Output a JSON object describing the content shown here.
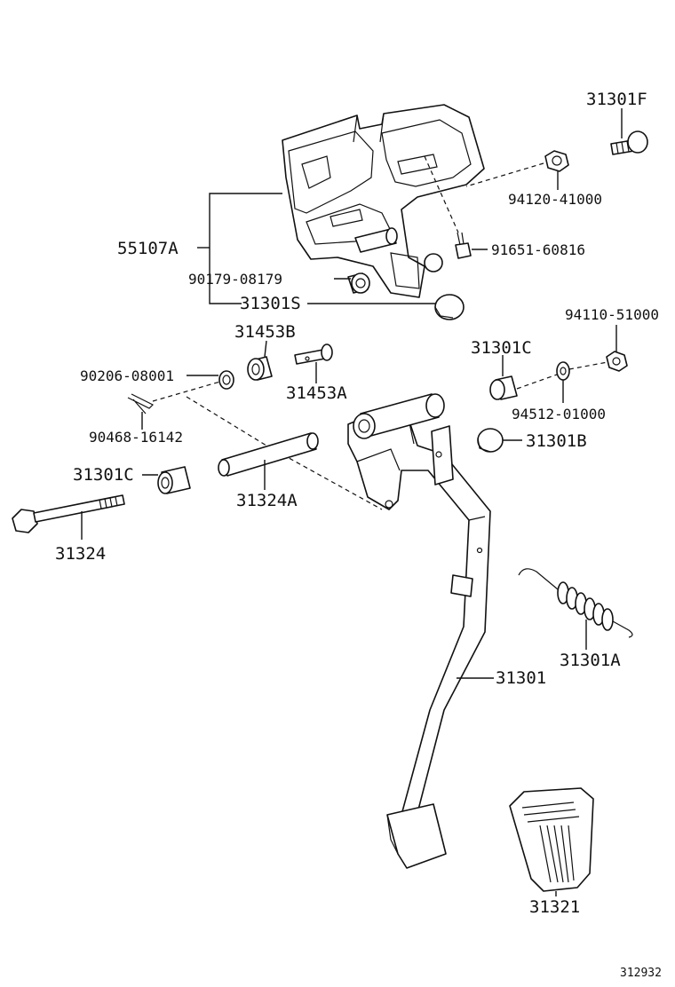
{
  "figure_id": "312932",
  "labels": {
    "p31301F": "31301F",
    "p94120": "94120-41000",
    "p55107A": "55107A",
    "p91651": "91651-60816",
    "p90179": "90179-08179",
    "p31301S": "31301S",
    "p94110": "94110-51000",
    "p31453B": "31453B",
    "p31301C_a": "31301C",
    "p90206": "90206-08001",
    "p31453A": "31453A",
    "p94512": "94512-01000",
    "p90468": "90468-16142",
    "p31301B": "31301B",
    "p31301C_b": "31301C",
    "p31324A": "31324A",
    "p31324": "31324",
    "p31301A": "31301A",
    "p31301": "31301",
    "p31321": "31321"
  }
}
